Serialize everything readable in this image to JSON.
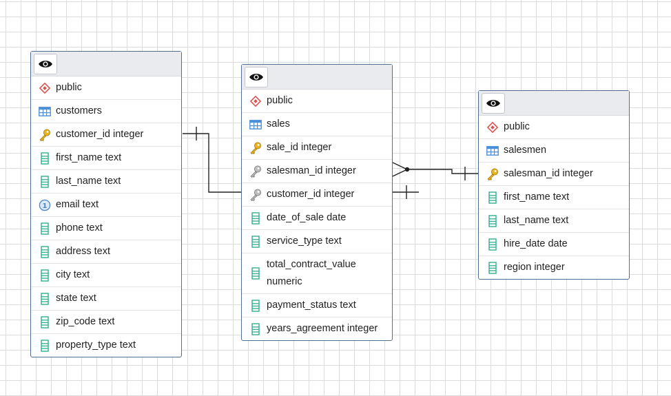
{
  "tables": [
    {
      "schema": "public",
      "name": "customers",
      "columns": [
        {
          "text": "customer_id integer",
          "icon": "primary-key-icon"
        },
        {
          "text": "first_name text",
          "icon": "column-icon"
        },
        {
          "text": "last_name text",
          "icon": "column-icon"
        },
        {
          "text": "email text",
          "icon": "unique-key-icon"
        },
        {
          "text": "phone text",
          "icon": "column-icon"
        },
        {
          "text": "address text",
          "icon": "column-icon"
        },
        {
          "text": "city text",
          "icon": "column-icon"
        },
        {
          "text": "state text",
          "icon": "column-icon"
        },
        {
          "text": "zip_code text",
          "icon": "column-icon"
        },
        {
          "text": "property_type text",
          "icon": "column-icon"
        }
      ]
    },
    {
      "schema": "public",
      "name": "sales",
      "columns": [
        {
          "text": "sale_id integer",
          "icon": "primary-key-icon"
        },
        {
          "text": "salesman_id integer",
          "icon": "foreign-key-icon"
        },
        {
          "text": "customer_id integer",
          "icon": "foreign-key-icon"
        },
        {
          "text": "date_of_sale date",
          "icon": "column-icon"
        },
        {
          "text": "service_type text",
          "icon": "column-icon"
        },
        {
          "text": "total_contract_value numeric",
          "icon": "column-icon"
        },
        {
          "text": "payment_status text",
          "icon": "column-icon"
        },
        {
          "text": "years_agreement integer",
          "icon": "column-icon"
        }
      ]
    },
    {
      "schema": "public",
      "name": "salesmen",
      "columns": [
        {
          "text": "salesman_id integer",
          "icon": "primary-key-icon"
        },
        {
          "text": "first_name text",
          "icon": "column-icon"
        },
        {
          "text": "last_name text",
          "icon": "column-icon"
        },
        {
          "text": "hire_date date",
          "icon": "column-icon"
        },
        {
          "text": "region integer",
          "icon": "column-icon"
        }
      ]
    }
  ],
  "header_icon": "eye-icon",
  "schema_icon": "schema-icon",
  "table_icon": "table-icon",
  "colors": {
    "border": "#4f6e8f",
    "header": "#e9ebee",
    "grid": "#dcdcdc",
    "primary_key": "#e6b422",
    "foreign_key": "#8a8a8a",
    "column": "#2fae8d",
    "schema": "#d9534f",
    "table": "#4a90d9",
    "unique": "#4a86c8"
  }
}
